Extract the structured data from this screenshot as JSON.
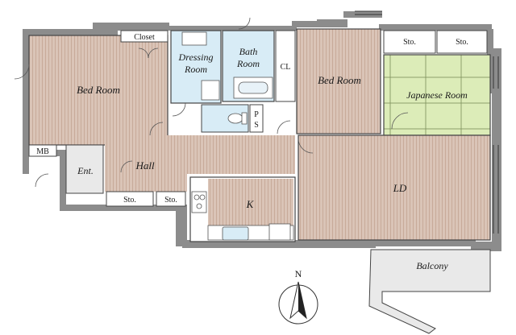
{
  "rooms": {
    "closet": "Closet",
    "dressing_1": "Dressing",
    "dressing_2": "Room",
    "bath_1": "Bath",
    "bath_2": "Room",
    "cl": "CL",
    "bed_west": "Bed Room",
    "bed_center": "Bed Room",
    "sto_top_1": "Sto.",
    "sto_top_2": "Sto.",
    "japanese": "Japanese Room",
    "ps_1": "P",
    "ps_2": "S",
    "mb": "MB",
    "ent": "Ent.",
    "hall": "Hall",
    "sto_hall_1": "Sto.",
    "sto_hall_2": "Sto.",
    "kitchen": "K",
    "ld": "LD",
    "balcony": "Balcony"
  },
  "compass": {
    "north": "N"
  },
  "colors": {
    "wall": "#8c8c8c",
    "wood": "#d9c2b5",
    "wood_line": "#c5a896",
    "tatami": "#dcecb8",
    "wet": "#d8ecf6",
    "white_room": "#ffffff"
  }
}
